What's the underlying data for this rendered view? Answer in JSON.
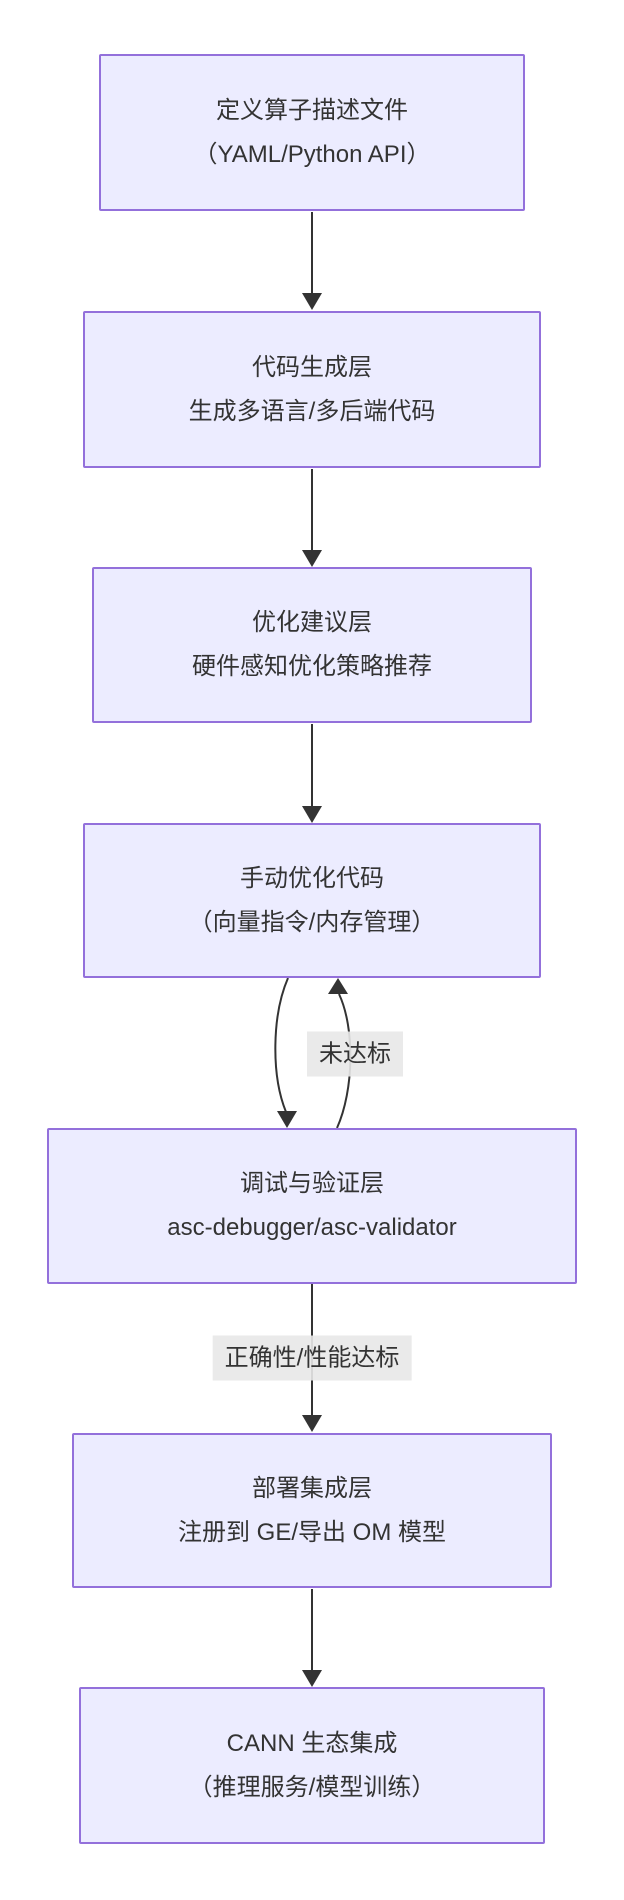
{
  "diagram": {
    "type": "flowchart-top-down",
    "nodes": [
      {
        "id": "operator-spec",
        "lines": [
          "定义算子描述文件",
          "（YAML/Python API）"
        ]
      },
      {
        "id": "codegen-layer",
        "lines": [
          "代码生成层",
          "生成多语言/多后端代码"
        ]
      },
      {
        "id": "optimize-advice",
        "lines": [
          "优化建议层",
          "硬件感知优化策略推荐"
        ]
      },
      {
        "id": "manual-optimize",
        "lines": [
          "手动优化代码",
          "（向量指令/内存管理）"
        ]
      },
      {
        "id": "debug-validate",
        "lines": [
          "调试与验证层",
          "asc-debugger/asc-validator"
        ]
      },
      {
        "id": "deploy-integration",
        "lines": [
          "部署集成层",
          "注册到 GE/导出 OM 模型"
        ]
      },
      {
        "id": "cann-ecosystem",
        "lines": [
          "CANN 生态集成",
          "（推理服务/模型训练）"
        ]
      }
    ],
    "edge_labels": {
      "not_met": "未达标",
      "met": "正确性/性能达标"
    },
    "colors": {
      "node_fill": "#ECECFF",
      "node_border": "#9370DB",
      "edge": "#333333",
      "text": "#333333",
      "edge_label_bg": "#E8E8E8"
    }
  }
}
